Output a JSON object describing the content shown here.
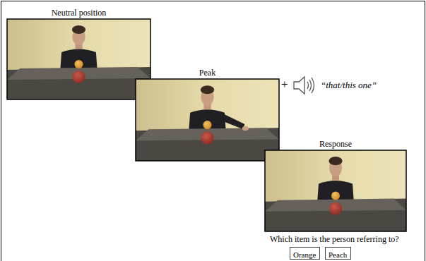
{
  "diagram": {
    "nodes": [
      {
        "text": [
          "Neutral position"
        ]
      },
      {
        "text": [
          "Peak"
        ]
      },
      {
        "text": [
          "Response"
        ]
      },
      {
        "text": [
          "Orange"
        ]
      },
      {
        "text": [
          "Peach"
        ]
      }
    ],
    "labels": [
      "+",
      "“that/this one”",
      "Which item is the person referring to?"
    ]
  }
}
